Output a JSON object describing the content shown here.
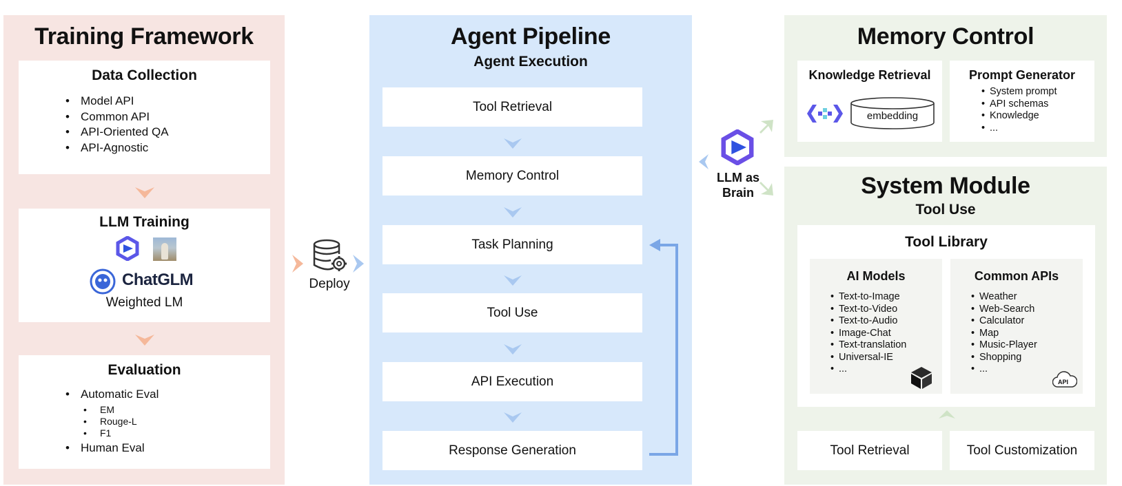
{
  "colors": {
    "training_bg": "#f7e5e2",
    "pipeline_bg": "#d7e8fb",
    "memory_bg": "#eef3ea",
    "arrow_orange": "#f5b89a",
    "arrow_blue": "#a9c8f0",
    "arrow_green": "#cfe3c6",
    "loop_blue": "#7aa6e6",
    "icon_blue": "#2f52e0",
    "icon_purple": "#6a4fe6"
  },
  "training": {
    "title": "Training Framework",
    "data_collection": {
      "title": "Data Collection",
      "items": [
        "Model API",
        "Common API",
        "API-Oriented QA",
        "API-Agnostic"
      ]
    },
    "llm_training": {
      "title": "LLM Training",
      "logo_text": "ChatGLM",
      "caption": "Weighted LM"
    },
    "evaluation": {
      "title": "Evaluation",
      "auto": "Automatic Eval",
      "metrics": [
        "EM",
        "Rouge-L",
        "F1"
      ],
      "human": "Human Eval"
    }
  },
  "deploy": {
    "label": "Deploy",
    "icon": "database-gear-icon"
  },
  "pipeline": {
    "title": "Agent Pipeline",
    "subtitle": "Agent Execution",
    "steps": [
      "Tool Retrieval",
      "Memory Control",
      "Task Planning",
      "Tool Use",
      "API Execution",
      "Response Generation"
    ]
  },
  "brain": {
    "line1": "LLM as",
    "line2": "Brain",
    "icon": "qwen-logo-icon"
  },
  "memory": {
    "title": "Memory Control",
    "knowledge": {
      "title": "Knowledge Retrieval",
      "db_label": "embedding"
    },
    "prompt": {
      "title": "Prompt Generator",
      "items": [
        "System prompt",
        "API schemas",
        "Knowledge",
        "..."
      ]
    }
  },
  "system": {
    "title": "System Module",
    "subtitle": "Tool Use",
    "library": {
      "title": "Tool Library",
      "ai_models": {
        "title": "AI Models",
        "items": [
          "Text-to-Image",
          "Text-to-Video",
          "Text-to-Audio",
          "Image-Chat",
          "Text-translation",
          "Universal-IE",
          "..."
        ]
      },
      "common_apis": {
        "title": "Common APIs",
        "items": [
          "Weather",
          "Web-Search",
          "Calculator",
          "Map",
          "Music-Player",
          "Shopping",
          "..."
        ],
        "badge": "API"
      }
    },
    "bottom": [
      "Tool Retrieval",
      "Tool Customization"
    ]
  }
}
